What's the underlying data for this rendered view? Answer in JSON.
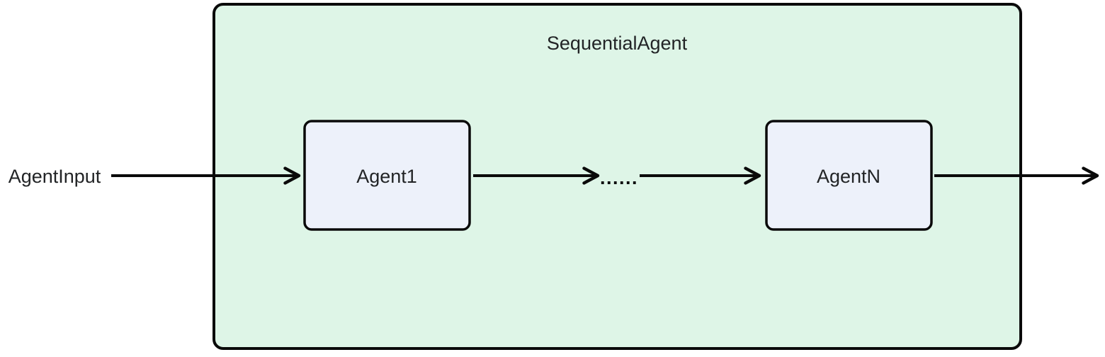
{
  "diagram": {
    "title": "SequentialAgent",
    "input_label": "AgentInput",
    "nodes": [
      {
        "id": "agent1",
        "label": "Agent1"
      },
      {
        "id": "agentN",
        "label": "AgentN"
      }
    ],
    "ellipsis": "......",
    "edges": [
      {
        "from": "AgentInput",
        "to": "Agent1"
      },
      {
        "from": "Agent1",
        "to": "ellipsis"
      },
      {
        "from": "ellipsis",
        "to": "AgentN"
      },
      {
        "from": "AgentN",
        "to": "output"
      }
    ],
    "colors": {
      "container_fill": "#def5e7",
      "node_fill": "#edf1fa",
      "stroke": "#0a0a0a",
      "text": "#222426"
    }
  }
}
